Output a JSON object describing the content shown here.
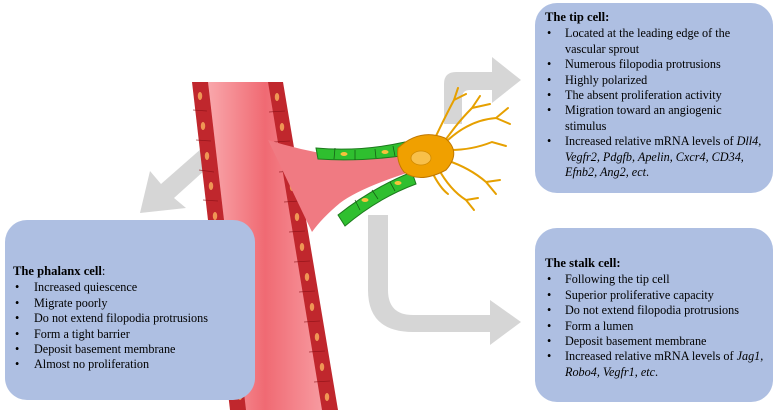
{
  "colors": {
    "box_fill": "#aebfe2",
    "vessel_wall": "#c0272d",
    "vessel_lumen": "#f4737a",
    "stalk_cells": "#2fbf2f",
    "tip_cell": "#f0a000",
    "arrows": "#d6d6d6"
  },
  "tip": {
    "title": "The tip cell:",
    "items": [
      "Located at the leading edge of the vascular sprout",
      "Numerous filopodia protrusions",
      "Highly polarized",
      "The absent proliferation activity",
      "Migration toward an angiogenic stimulus"
    ],
    "mrna_prefix": "Increased relative mRNA levels of",
    "genes": "Dll4, Vegfr2, Pdgfb, Apelin, Cxcr4, CD34, Efnb2, Ang2, ect",
    "genes_suffix": "."
  },
  "stalk": {
    "title": "The stalk cell:",
    "items": [
      "Following the tip cell",
      "Superior proliferative capacity",
      "Do not extend filopodia protrusions",
      "Form a lumen",
      "Deposit basement membrane"
    ],
    "mrna_prefix": "Increased relative mRNA levels of",
    "genes": "Jag1, Robo4, Vegfr1, etc",
    "genes_suffix": "."
  },
  "phalanx": {
    "title": "The phalanx cell",
    "title_colon": ":",
    "items": [
      "Increased quiescence",
      "Migrate poorly",
      "Do not extend filopodia protrusions",
      "Form a tight barrier",
      "Deposit basement membrane",
      "Almost no proliferation"
    ]
  }
}
